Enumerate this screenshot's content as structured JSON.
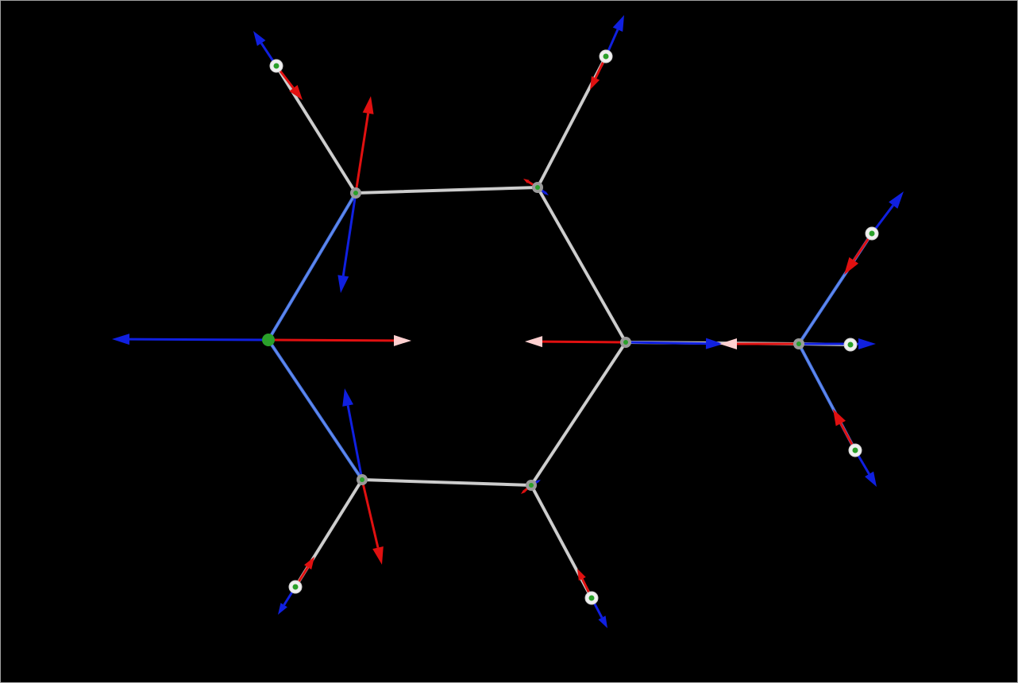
{
  "viewport": {
    "background": "#000000",
    "border_color": "#a0a0a0"
  },
  "colors": {
    "bond": "#c8c8c8",
    "bond_highlight": "#ffffff",
    "bond_polar": "#4a78e8",
    "arrow_red": "#e01010",
    "arrow_blue": "#1020e0",
    "atom_green": "#2aa02a",
    "atom_gray": "#9a9a9a",
    "atom_white": "#f0f0f0"
  },
  "molecule": {
    "atoms": [
      {
        "id": "C1",
        "kind": "carbon",
        "style": "gray"
      },
      {
        "id": "C2",
        "kind": "carbon",
        "style": "gray"
      },
      {
        "id": "C3",
        "kind": "carbon",
        "style": "gray"
      },
      {
        "id": "C4",
        "kind": "carbon",
        "style": "gray"
      },
      {
        "id": "C5",
        "kind": "carbon",
        "style": "gray"
      },
      {
        "id": "N6",
        "kind": "heteroatom",
        "style": "green"
      },
      {
        "id": "C7",
        "kind": "carbon",
        "style": "gray"
      },
      {
        "id": "H1",
        "kind": "hydrogen",
        "style": "white"
      },
      {
        "id": "H2",
        "kind": "hydrogen",
        "style": "white"
      },
      {
        "id": "H3",
        "kind": "hydrogen",
        "style": "white"
      },
      {
        "id": "H4",
        "kind": "hydrogen",
        "style": "white"
      },
      {
        "id": "H5",
        "kind": "hydrogen",
        "style": "white"
      },
      {
        "id": "H6",
        "kind": "hydrogen",
        "style": "white"
      },
      {
        "id": "H7",
        "kind": "hydrogen",
        "style": "white"
      }
    ],
    "bonds": [
      {
        "a": "C1",
        "b": "C2",
        "polar": false
      },
      {
        "a": "C2",
        "b": "C3",
        "polar": false
      },
      {
        "a": "C3",
        "b": "C4",
        "polar": false
      },
      {
        "a": "C4",
        "b": "C5",
        "polar": false
      },
      {
        "a": "C5",
        "b": "N6",
        "polar": true
      },
      {
        "a": "N6",
        "b": "C1",
        "polar": true
      },
      {
        "a": "C3",
        "b": "C7",
        "polar": false
      },
      {
        "a": "C1",
        "b": "H1",
        "polar": false
      },
      {
        "a": "C2",
        "b": "H2",
        "polar": false
      },
      {
        "a": "C5",
        "b": "H3",
        "polar": false
      },
      {
        "a": "C4",
        "b": "H4",
        "polar": false
      },
      {
        "a": "C7",
        "b": "H5",
        "polar": true
      },
      {
        "a": "C7",
        "b": "H6",
        "polar": true
      },
      {
        "a": "C7",
        "b": "H7",
        "polar": false
      }
    ]
  }
}
